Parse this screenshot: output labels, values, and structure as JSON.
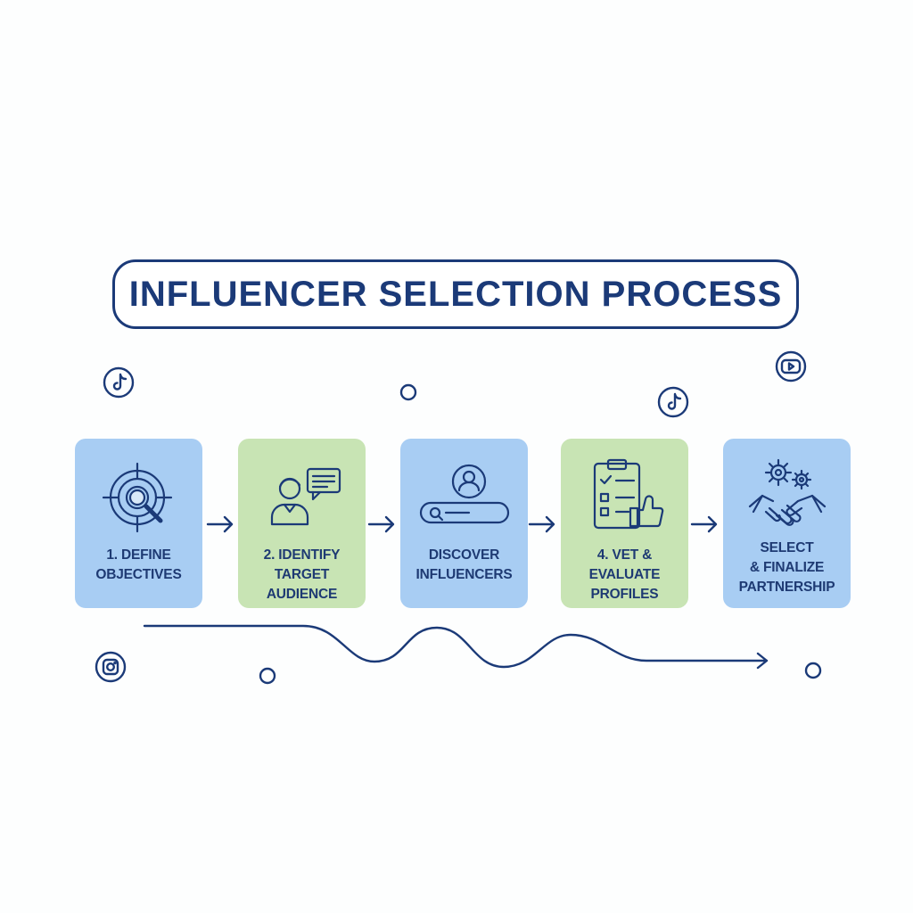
{
  "title": "INFLUENCER SELECTION PROCESS",
  "colors": {
    "navy": "#1b3a78",
    "blue_card": "#a8cdf3",
    "green_card": "#c8e4b4"
  },
  "steps": [
    {
      "label": "1. DEFINE\nOBJECTIVES",
      "icon": "target-magnifier-icon",
      "color": "blue"
    },
    {
      "label": "2. IDENTIFY\nTARGET AUDIENCE",
      "icon": "person-chat-icon",
      "color": "green"
    },
    {
      "label": "DISCOVER\nINFLUENCERS",
      "icon": "profile-search-icon",
      "color": "blue"
    },
    {
      "label": "4. VET & EVALUATE\nPROFILES",
      "icon": "checklist-thumbs-up-icon",
      "color": "green"
    },
    {
      "label": "SELECT\n& FINALIZE\nPARTNERSHIP",
      "icon": "gears-handshake-icon",
      "color": "blue"
    }
  ]
}
